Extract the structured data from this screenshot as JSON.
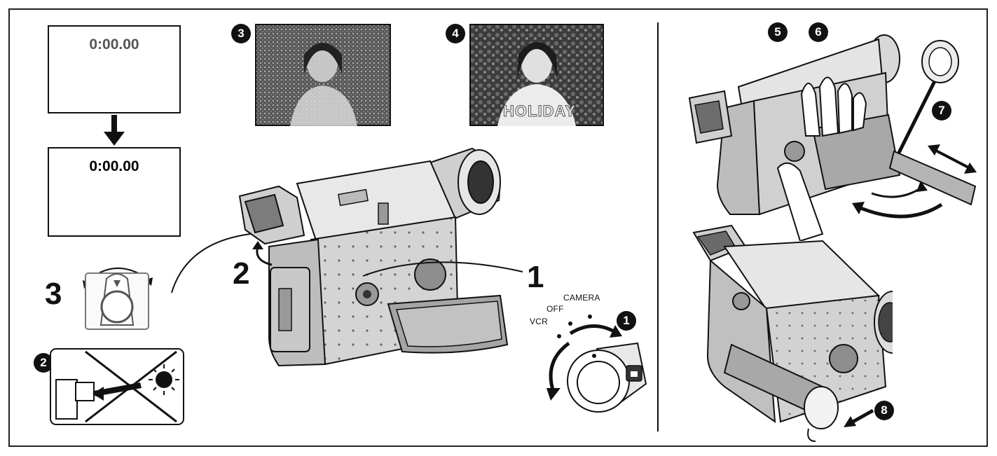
{
  "lcd_screens": [
    {
      "time": "0:00.00",
      "color": "#555555"
    },
    {
      "time": "0:00.00",
      "color": "#111111"
    }
  ],
  "steps": {
    "step1": "1",
    "step2": "2",
    "step3": "3"
  },
  "callouts": [
    "1",
    "2",
    "3",
    "4",
    "5",
    "6",
    "7",
    "8"
  ],
  "mode_dial": {
    "vcr": "VCR",
    "off": "OFF",
    "camera": "CAMERA"
  },
  "photo_caption": "HOLIDAY",
  "colors": {
    "ink": "#111111",
    "camera_body": "#d9d9d9",
    "camera_dark": "#9a9a9a",
    "photo_bg": "#4a4a4a"
  }
}
